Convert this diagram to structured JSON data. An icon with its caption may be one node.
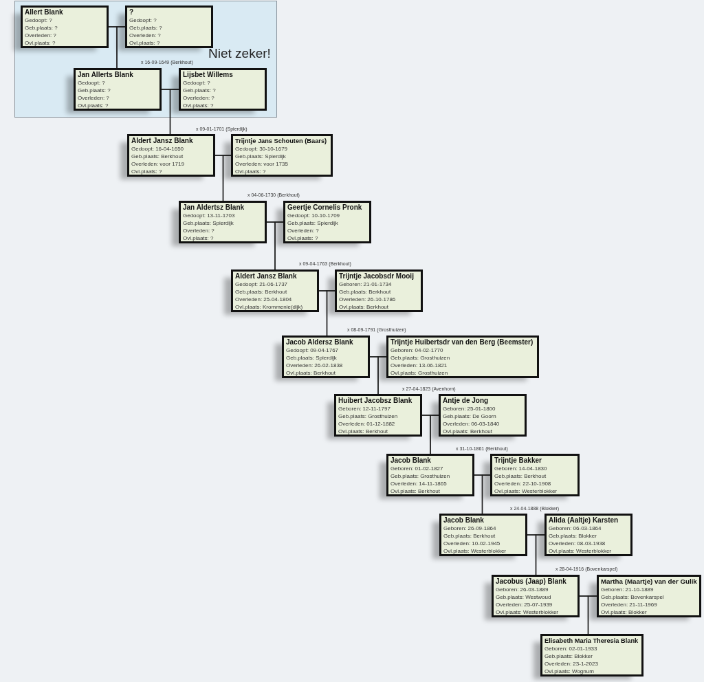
{
  "diagram": {
    "nodes": [
      {
        "text": [
          "Niet zeker!"
        ]
      },
      {
        "text": [
          "Allert Blank",
          "Gedoopt: ?",
          "Geb.plaats: ?",
          "Overleden: ?",
          "Ovl.plaats: ?"
        ],
        "in": 0
      },
      {
        "text": [
          "?",
          "Gedoopt: ?",
          "Geb.plaats: ?",
          "Overleden: ?",
          "Ovl.plaats: ?"
        ],
        "in": 0
      },
      {
        "text": [
          "Jan Allerts Blank",
          "Gedoopt: ?",
          "Geb.plaats: ?",
          "Overleden: ?",
          "Ovl.plaats: ?"
        ],
        "in": 0
      },
      {
        "text": [
          "Lijsbet Willems",
          "Gedoopt: ?",
          "Geb.plaats: ?",
          "Overleden: ?",
          "Ovl.plaats: ?"
        ],
        "in": 0
      },
      {
        "text": [
          "Aldert Jansz Blank",
          "Gedoopt: 16-04-1650",
          "Geb.plaats: Berkhout",
          "Overleden: voor 1719",
          "Ovl.plaats: ?"
        ]
      },
      {
        "text": [
          "Trijntje Jans Schouten (Baars)",
          "Gedoopt: 30-10-1679",
          "Geb.plaats: Spierdijk",
          "Overleden: voor 1735",
          "Ovl.plaats: ?"
        ]
      },
      {
        "text": [
          "Jan Aldertsz Blank",
          "Gedoopt: 13-11-1703",
          "Geb.plaats: Spierdijk",
          "Overleden: ?",
          "Ovl.plaats: ?"
        ]
      },
      {
        "text": [
          "Geertje Cornelis Pronk",
          "Gedoopt: 10-10-1709",
          "Geb.plaats: Spierdijk",
          "Overleden: ?",
          "Ovl.plaats: ?"
        ]
      },
      {
        "text": [
          "Aldert Jansz Blank",
          "Gedoopt: 21-06-1737",
          "Geb.plaats: Berkhout",
          "Overleden: 25-04-1804",
          "Ovl.plaats: Krommenie(dijk)"
        ]
      },
      {
        "text": [
          "Trijntje Jacobsdr Mooij",
          "Geboren: 21-01-1734",
          "Geb.plaats: Berkhout",
          "Overleden: 26-10-1786",
          "Ovl.plaats: Berkhout"
        ]
      },
      {
        "text": [
          "Jacob Aldersz Blank",
          "Gedoopt: 09-04-1767",
          "Geb.plaats: Spierdijk",
          "Overleden: 26-02-1838",
          "Ovl.plaats: Berkhout"
        ]
      },
      {
        "text": [
          "Trijntje Huibertsdr van den Berg (Beemster)",
          "Geboren: 04-02-1770",
          "Geb.plaats: Grosthuizen",
          "Overleden: 13-06-1821",
          "Ovl.plaats: Grosthuizen"
        ]
      },
      {
        "text": [
          "Huibert Jacobsz Blank",
          "Geboren: 12-11-1797",
          "Geb.plaats: Grosthuizen",
          "Overleden: 01-12-1882",
          "Ovl.plaats: Berkhout"
        ]
      },
      {
        "text": [
          "Antje de Jong",
          "Geboren: 25-01-1800",
          "Geb.plaats: De Goorn",
          "Overleden: 06-03-1840",
          "Ovl.plaats: Berkhout"
        ]
      },
      {
        "text": [
          "Jacob Blank",
          "Geboren: 01-02-1827",
          "Geb.plaats: Grosthuizen",
          "Overleden: 14-11-1865",
          "Ovl.plaats: Berkhout"
        ]
      },
      {
        "text": [
          "Trijntje Bakker",
          "Geboren: 14-04-1830",
          "Geb.plaats: Berkhout",
          "Overleden: 22-10-1908",
          "Ovl.plaats: Westerblokker"
        ]
      },
      {
        "text": [
          "Jacob Blank",
          "Geboren: 26-09-1864",
          "Geb.plaats: Berkhout",
          "Overleden: 10-02-1945",
          "Ovl.plaats: Westerblokker"
        ]
      },
      {
        "text": [
          "Alida (Aaltje) Karsten",
          "Geboren: 06-03-1864",
          "Geb.plaats: Blokker",
          "Overleden: 08-03-1938",
          "Ovl.plaats: Westerblokker"
        ]
      },
      {
        "text": [
          "Jacobus (Jaap) Blank",
          "Geboren: 26-03-1889",
          "Geb.plaats: Westwoud",
          "Overleden: 25-07-1939",
          "Ovl.plaats: Westerblokker"
        ]
      },
      {
        "text": [
          "Martha (Maartje) van der Gulik",
          "Geboren: 21-10-1889",
          "Geb.plaats: Bovenkarspel",
          "Overleden: 21-11-1969",
          "Ovl.plaats: Blokker"
        ]
      },
      {
        "text": [
          "Elisabeth Maria Theresia Blank",
          "Geboren: 02-01-1933",
          "Geb.plaats: Blokker",
          "Overleden: 23-1-2023",
          "Ovl.plaats: Wognum"
        ]
      }
    ],
    "edges": [
      {
        "from": 1,
        "to": 2,
        "arrow": "none"
      },
      {
        "from": 1,
        "to": 3,
        "arrow": "none"
      },
      {
        "from": 2,
        "to": 3,
        "arrow": "none"
      },
      {
        "from": 3,
        "to": 4,
        "arrow": "none"
      },
      {
        "from": 3,
        "to": 5,
        "arrow": "none"
      },
      {
        "from": 4,
        "to": 5,
        "arrow": "none"
      },
      {
        "from": 5,
        "to": 6,
        "arrow": "none"
      },
      {
        "from": 5,
        "to": 7,
        "arrow": "none"
      },
      {
        "from": 6,
        "to": 7,
        "arrow": "none"
      },
      {
        "from": 7,
        "to": 8,
        "arrow": "none"
      },
      {
        "from": 7,
        "to": 9,
        "arrow": "none"
      },
      {
        "from": 8,
        "to": 9,
        "arrow": "none"
      },
      {
        "from": 9,
        "to": 10,
        "arrow": "none"
      },
      {
        "from": 9,
        "to": 11,
        "arrow": "none"
      },
      {
        "from": 10,
        "to": 11,
        "arrow": "none"
      },
      {
        "from": 11,
        "to": 12,
        "arrow": "none"
      },
      {
        "from": 11,
        "to": 13,
        "arrow": "none"
      },
      {
        "from": 12,
        "to": 13,
        "arrow": "none"
      },
      {
        "from": 13,
        "to": 14,
        "arrow": "none"
      },
      {
        "from": 13,
        "to": 15,
        "arrow": "none"
      },
      {
        "from": 14,
        "to": 15,
        "arrow": "none"
      },
      {
        "from": 15,
        "to": 16,
        "arrow": "none"
      },
      {
        "from": 15,
        "to": 17,
        "arrow": "none"
      },
      {
        "from": 16,
        "to": 17,
        "arrow": "none"
      },
      {
        "from": 17,
        "to": 18,
        "arrow": "none"
      },
      {
        "from": 17,
        "to": 19,
        "arrow": "none"
      },
      {
        "from": 18,
        "to": 19,
        "arrow": "none"
      },
      {
        "from": 19,
        "to": 20,
        "arrow": "none"
      },
      {
        "from": 19,
        "to": 21,
        "arrow": "none"
      },
      {
        "from": 20,
        "to": 21,
        "arrow": "none"
      }
    ],
    "labels": [
      "x 16-09-1649 (Berkhout)",
      "x 09-01-1701 (Spierdijk)",
      "x 04-06-1730 (Berkhout)",
      "x 09-04-1763 (Berkhout)",
      "x 08-09-1791 (Grosthuizen)",
      "x 27-04-1823 (Avenhorn)",
      "x 31-10-1861 (Berkhout)",
      "x 24-04-1888 (Blokker)",
      "x 28-04-1916 (Bovenkarspel)"
    ]
  }
}
